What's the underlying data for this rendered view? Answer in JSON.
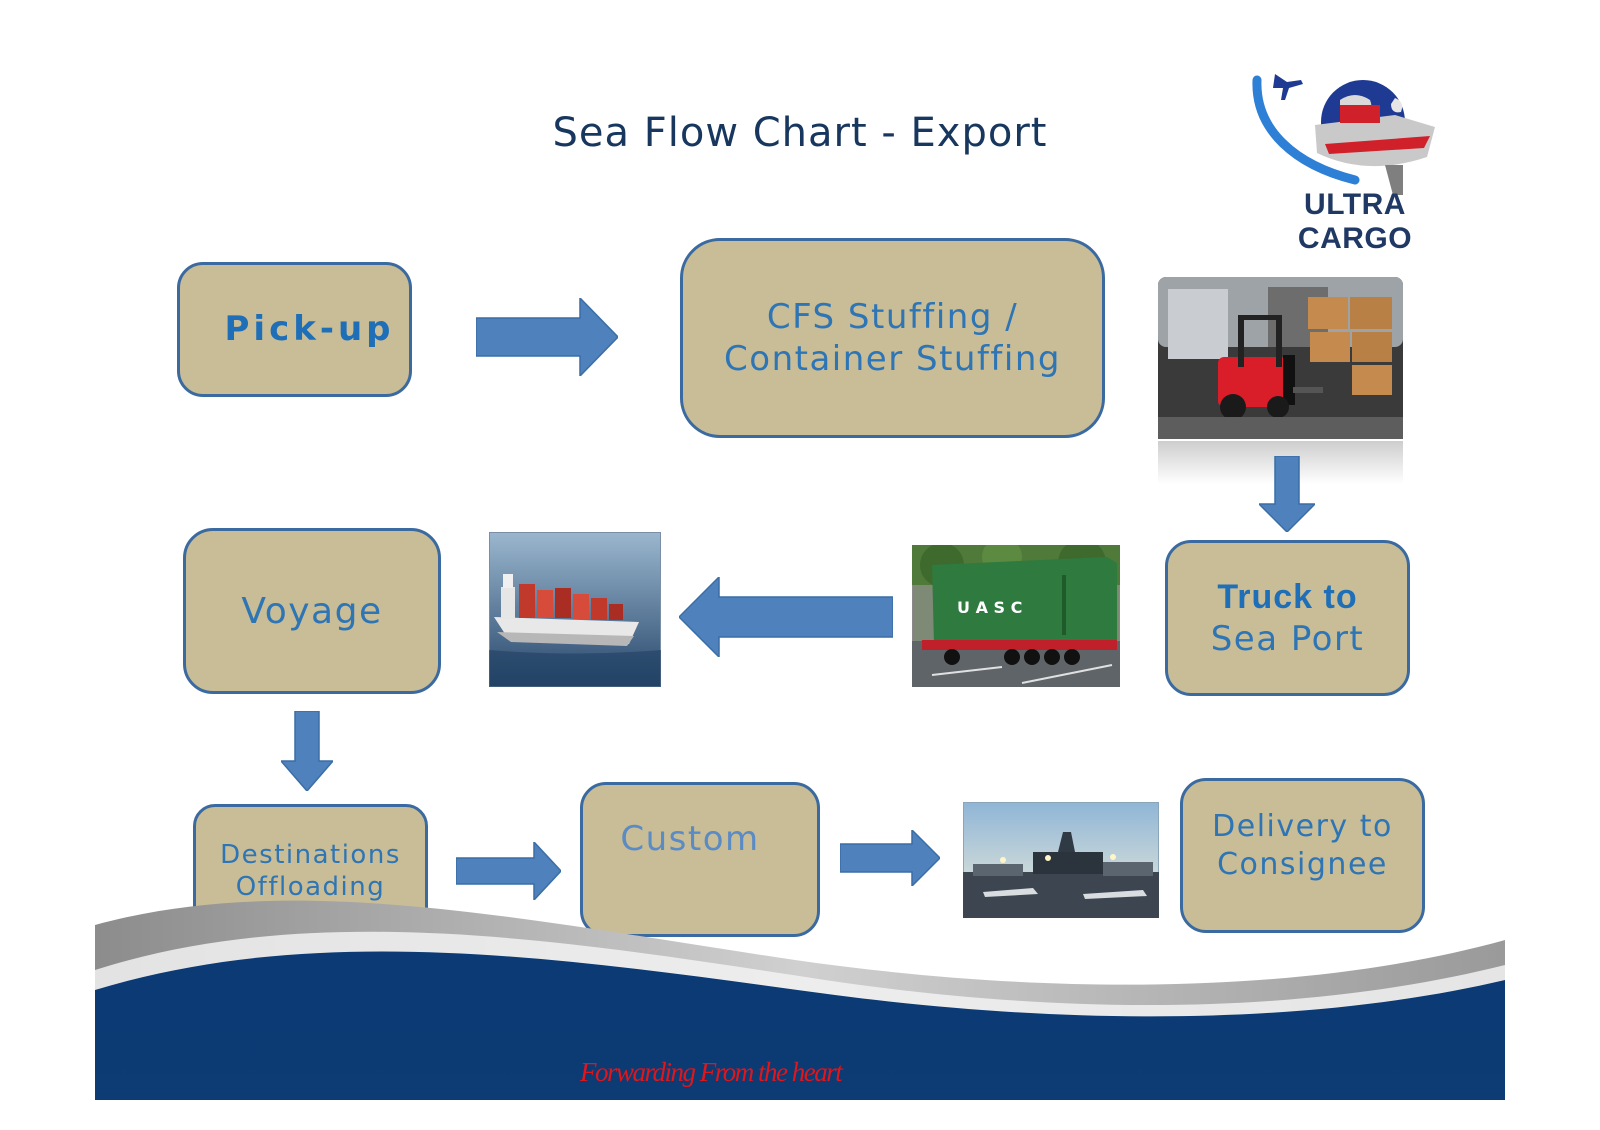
{
  "title": "Sea Flow Chart - Export",
  "logo": {
    "brand": "ULTRA CARGO",
    "icon": "globe-plane-ship-logo"
  },
  "footer": {
    "tagline": "Forwarding From the heart"
  },
  "steps": {
    "pickup": {
      "label": "Pick-up"
    },
    "cfs": {
      "line1": "CFS Stuffing /",
      "line2": "Container Stuffing"
    },
    "truck": {
      "line1": "Truck to",
      "line2": "Sea Port"
    },
    "voyage": {
      "label": "Voyage"
    },
    "destinations": {
      "line1": "Destinations",
      "line2": "Offloading"
    },
    "custom": {
      "label": "Custom"
    },
    "delivery": {
      "line1": "Delivery to",
      "line2": "Consignee"
    }
  },
  "photos": {
    "forklift": {
      "icon": "forklift-photo"
    },
    "container_truck": {
      "icon": "container-truck-photo",
      "container_text": "U A S C"
    },
    "ship": {
      "icon": "container-ship-photo"
    },
    "airport": {
      "icon": "airport-photo"
    }
  },
  "colors": {
    "box_fill": "#c8bd96",
    "box_border": "#3b6aa0",
    "box_text": "#2e75b6",
    "arrow": "#4f81bd",
    "title": "#17375e",
    "footer_navy": "#0d3b73",
    "tagline": "#e0161b"
  }
}
